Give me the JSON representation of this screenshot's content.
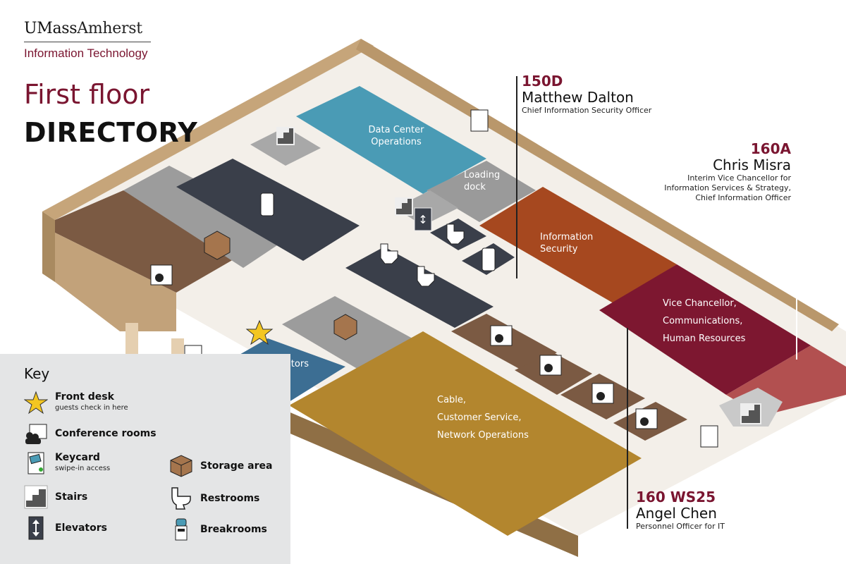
{
  "brand": {
    "name_part1": "UMass",
    "name_part2": "Amherst",
    "subtitle": "Information Technology"
  },
  "title": {
    "line1": "First floor",
    "line2": "DIRECTORY"
  },
  "callouts": [
    {
      "room": "150D",
      "person": "Matthew Dalton",
      "role_lines": [
        "Chief Information Security Officer"
      ]
    },
    {
      "room": "160A",
      "person": "Chris Misra",
      "role_lines": [
        "Interim Vice Chancellor for",
        "Information Services & Strategy,",
        "Chief Information Officer"
      ]
    },
    {
      "room": "160 WS25",
      "person": "Angel Chen",
      "role_lines": [
        "Personnel Officer for IT"
      ]
    }
  ],
  "areas": {
    "data_center": [
      "Data Center",
      "Operations"
    ],
    "loading_dock": [
      "Loading",
      "dock"
    ],
    "info_security": [
      "Information",
      "Security"
    ],
    "vice_chancellor": [
      "Vice Chancellor,",
      "Communications,",
      "Human Resources"
    ],
    "operators": [
      "Operators"
    ],
    "cable": [
      "Cable,",
      "Customer Service,",
      "Network Operations"
    ]
  },
  "key": {
    "title": "Key",
    "items": [
      {
        "icon": "star-icon",
        "label": "Front desk",
        "sub": "guests check in here"
      },
      {
        "icon": "conference-room-icon",
        "label": "Conference rooms",
        "sub": ""
      },
      {
        "icon": "keycard-icon",
        "label": "Keycard",
        "sub": "swipe-in access"
      },
      {
        "icon": "stairs-icon",
        "label": "Stairs",
        "sub": ""
      },
      {
        "icon": "elevator-icon",
        "label": "Elevators",
        "sub": ""
      },
      {
        "icon": "storage-box-icon",
        "label": "Storage area",
        "sub": ""
      },
      {
        "icon": "toilet-icon",
        "label": "Restrooms",
        "sub": ""
      },
      {
        "icon": "water-cooler-icon",
        "label": "Breakrooms",
        "sub": ""
      }
    ]
  },
  "colors": {
    "wall": "#c9ab82",
    "wall_top": "#b08f65",
    "data_center": "#4a9bb5",
    "loading_dock": "#9a9a9a",
    "info_security": "#a6481f",
    "vice_chancellor": "#7d1730",
    "operators": "#3c6e93",
    "cable": "#b3862e",
    "dark_room": "#3a3f4a",
    "gray_room": "#9c9c9c",
    "brown_room": "#7b5a43",
    "accent": "#7a1530"
  }
}
